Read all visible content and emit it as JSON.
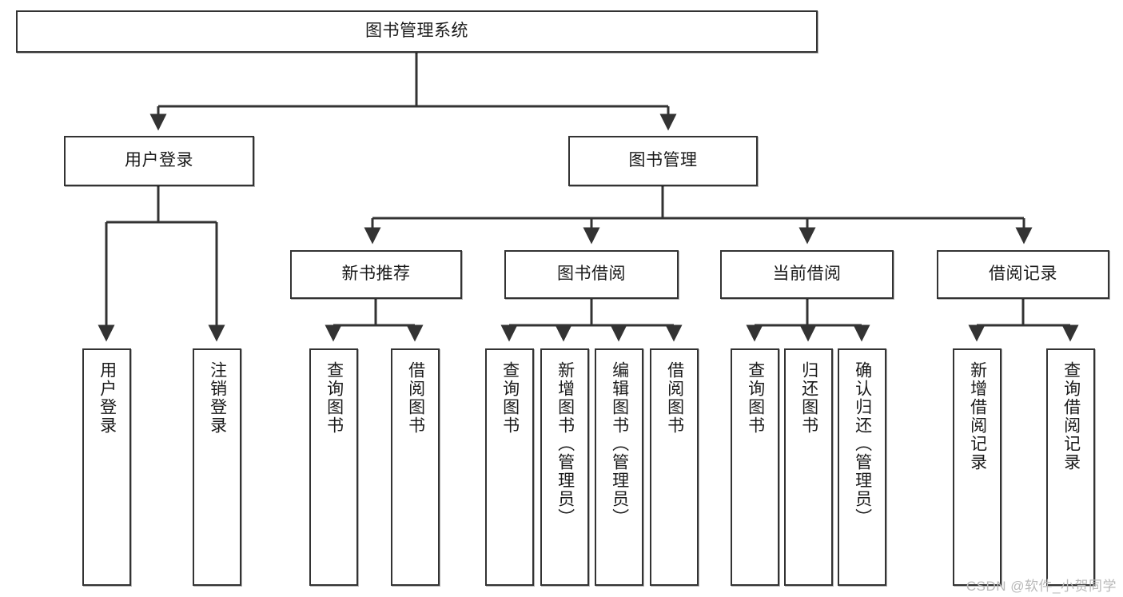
{
  "diagram": {
    "title": "图书管理系统",
    "watermark": "CSDN @软件_小贺同学",
    "colors": {
      "background": "#ffffff",
      "node_border": "#333333",
      "node_fill": "#ffffff",
      "edge": "#333333",
      "text": "#1a1a1a",
      "watermark": "#b9b9b9"
    },
    "root": {
      "label": "图书管理系统"
    },
    "level2": [
      {
        "label": "用户登录"
      },
      {
        "label": "图书管理"
      }
    ],
    "level3": [
      {
        "label": "新书推荐"
      },
      {
        "label": "图书借阅"
      },
      {
        "label": "当前借阅"
      },
      {
        "label": "借阅记录"
      }
    ],
    "leaves": {
      "user_login": [
        {
          "label": "用户登录"
        },
        {
          "label": "注销登录"
        }
      ],
      "new_book_rec": [
        {
          "label": "查询图书"
        },
        {
          "label": "借阅图书"
        }
      ],
      "book_borrow": [
        {
          "label": "查询图书"
        },
        {
          "label": "新增图书（管理员）"
        },
        {
          "label": "编辑图书（管理员）"
        },
        {
          "label": "借阅图书"
        }
      ],
      "current_borrow": [
        {
          "label": "查询图书"
        },
        {
          "label": "归还图书"
        },
        {
          "label": "确认归还（管理员）"
        }
      ],
      "borrow_record": [
        {
          "label": "新增借阅记录"
        },
        {
          "label": "查询借阅记录"
        }
      ]
    }
  }
}
